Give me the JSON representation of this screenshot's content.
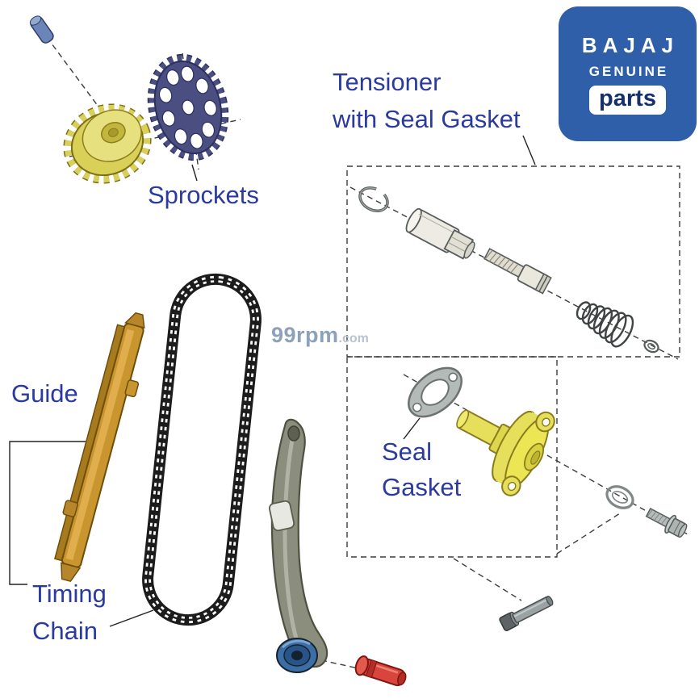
{
  "logo": {
    "brand": "BAJAJ",
    "genuine": "GENUINE",
    "parts": "parts"
  },
  "labels": {
    "tensioner_line1": "Tensioner",
    "tensioner_line2": "with Seal Gasket",
    "sprockets": "Sprockets",
    "guide": "Guide",
    "seal_line1": "Seal",
    "seal_line2": "Gasket",
    "timing_line1": "Timing",
    "timing_line2": "Chain"
  },
  "watermark": {
    "name": "99rpm",
    "tld": ".com"
  },
  "parts": [
    {
      "name": "dowel-pin"
    },
    {
      "name": "crankshaft-sprocket"
    },
    {
      "name": "camshaft-sprocket"
    },
    {
      "name": "timing-chain"
    },
    {
      "name": "chain-guide"
    },
    {
      "name": "tensioner-arm"
    },
    {
      "name": "tensioner-roller"
    },
    {
      "name": "roller-pin"
    },
    {
      "name": "tensioner-circlip"
    },
    {
      "name": "tensioner-body"
    },
    {
      "name": "tensioner-plunger"
    },
    {
      "name": "tensioner-spring"
    },
    {
      "name": "o-ring-small"
    },
    {
      "name": "seal-gasket"
    },
    {
      "name": "tensioner-cap"
    },
    {
      "name": "o-ring-large"
    },
    {
      "name": "flange-bolt"
    },
    {
      "name": "mount-bolt"
    }
  ],
  "colors": {
    "label_blue": "#2b3a9e",
    "logo_blue": "#2e5fa8",
    "logo_parts_text": "#16306b",
    "watermark_main": "#8ca1ba",
    "watermark_tld": "#b7c3d2",
    "sprocket_yellow": "#d9d058",
    "sprocket_navy": "#4a4e80",
    "guide_gold": "#c8952f",
    "chain_black": "#1c1c1c",
    "arm_olive": "#8b8e7c",
    "roller_blue": "#3c6ea6",
    "pin_red": "#d8453c",
    "gasket_gray": "#b4bab8",
    "cap_yellow": "#e6df5c"
  }
}
